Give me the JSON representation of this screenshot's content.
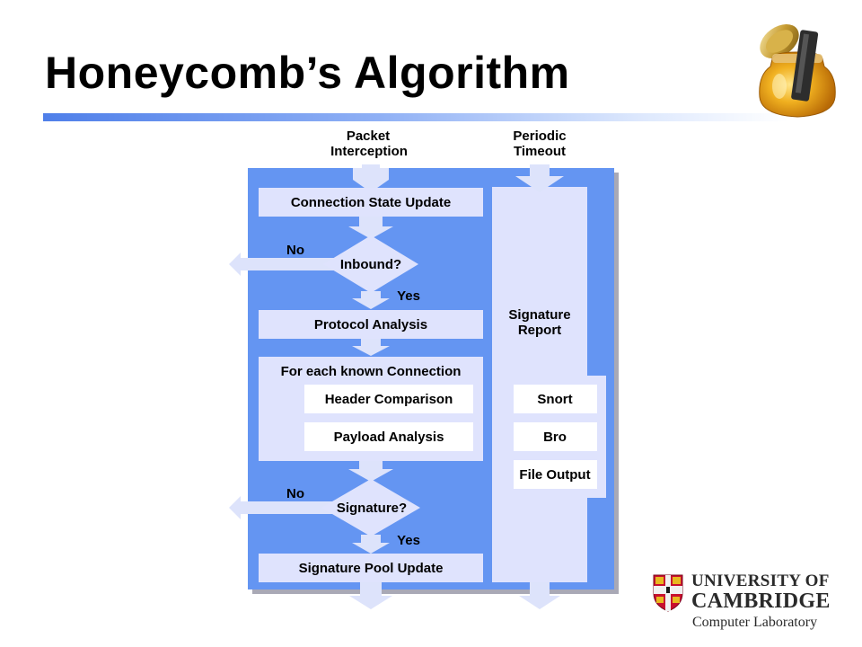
{
  "slide": {
    "title": "Honeycomb’s Algorithm"
  },
  "flowchart": {
    "inputs": {
      "packet_interception": [
        "Packet",
        "Interception"
      ],
      "periodic_timeout": [
        "Periodic",
        "Timeout"
      ]
    },
    "steps": {
      "connection_state_update": "Connection State Update",
      "protocol_analysis": "Protocol Analysis",
      "for_each_connection": "For each known Connection",
      "header_comparison": "Header Comparison",
      "payload_analysis": "Payload Analysis",
      "signature_pool_update": "Signature Pool Update"
    },
    "decisions": {
      "inbound": {
        "label": "Inbound?",
        "no": "No",
        "yes": "Yes"
      },
      "signature": {
        "label": "Signature?",
        "no": "No",
        "yes": "Yes"
      }
    },
    "report": {
      "label": [
        "Signature",
        "Report"
      ],
      "outputs": [
        "Snort",
        "Bro",
        "File Output"
      ]
    }
  },
  "logo": {
    "line1": "UNIVERSITY OF",
    "line2": "CAMBRIDGE",
    "department": "Computer Laboratory"
  },
  "colors": {
    "panel_blue": "#6495f2",
    "panel_shadow": "#a9a9b6",
    "box_light": "#dfe3fd",
    "arrow_light": "#dde3fb",
    "box_white": "#ffffff",
    "crest_red": "#c8102e",
    "crest_gold": "#e8b820"
  },
  "icons": [
    "honey-jar-icon",
    "cambridge-crest-icon"
  ]
}
